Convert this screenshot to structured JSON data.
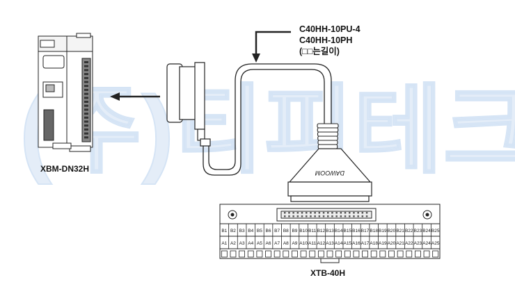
{
  "watermark": {
    "text": "(주)티피테크",
    "color": "#c7dbf2"
  },
  "plc_module": {
    "label": "XBM-DN32H"
  },
  "cable": {
    "models": [
      "C40HH-10PU-4",
      "C40HH-10PH"
    ],
    "note": "(□□는길이)"
  },
  "connector": {
    "brand": "DAWOOM"
  },
  "terminal_block": {
    "label": "XTB-40H",
    "top_row": [
      "B1",
      "B2",
      "B3",
      "B4",
      "B5",
      "B6",
      "B7",
      "B8",
      "B9",
      "B10",
      "B11",
      "B12",
      "B13",
      "B14",
      "B15",
      "B16",
      "B17",
      "B18",
      "B19",
      "B20",
      "B21",
      "B22",
      "B23",
      "B24",
      "B25"
    ],
    "bottom_row": [
      "A1",
      "A2",
      "A3",
      "A4",
      "A5",
      "A6",
      "A7",
      "A8",
      "A9",
      "A10",
      "A11",
      "A12",
      "A13",
      "A14",
      "A15",
      "A16",
      "A17",
      "A18",
      "A19",
      "A20",
      "A21",
      "A22",
      "A23",
      "A24",
      "A25"
    ]
  }
}
